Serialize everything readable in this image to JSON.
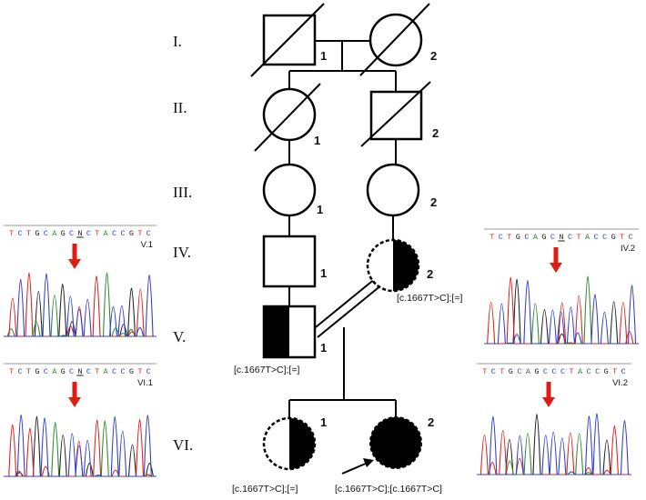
{
  "generations": [
    "I.",
    "II.",
    "III.",
    "IV.",
    "V.",
    "VI."
  ],
  "individuals": [
    {
      "id": "I-1",
      "number": "1",
      "sex": "male",
      "deceased": true,
      "affected": "none"
    },
    {
      "id": "I-2",
      "number": "2",
      "sex": "female",
      "deceased": true,
      "affected": "none"
    },
    {
      "id": "II-1",
      "number": "1",
      "sex": "female",
      "deceased": true,
      "affected": "none"
    },
    {
      "id": "II-2",
      "number": "2",
      "sex": "male",
      "deceased": true,
      "affected": "none"
    },
    {
      "id": "III-1",
      "number": "1",
      "sex": "female",
      "deceased": false,
      "affected": "none"
    },
    {
      "id": "III-2",
      "number": "2",
      "sex": "female",
      "deceased": false,
      "affected": "none"
    },
    {
      "id": "IV-1",
      "number": "1",
      "sex": "male",
      "deceased": false,
      "affected": "none"
    },
    {
      "id": "IV-2",
      "number": "2",
      "sex": "female",
      "deceased": false,
      "affected": "carrier"
    },
    {
      "id": "V-1",
      "number": "1",
      "sex": "male",
      "deceased": false,
      "affected": "carrier"
    },
    {
      "id": "VI-1",
      "number": "1",
      "sex": "female",
      "deceased": false,
      "affected": "carrier"
    },
    {
      "id": "VI-2",
      "number": "2",
      "sex": "female",
      "deceased": false,
      "affected": "affected",
      "proband": true
    }
  ],
  "genotypes": {
    "IV-2": "[c.1667T>C];[=]",
    "V-1": "[c.1667T>C];[=]",
    "VI-1": "[c.1667T>C];[=]",
    "VI-2": "[c.1667T>C];[c.1667T>C]"
  },
  "chromatograms": [
    {
      "label": "V.1",
      "sequence": "TCTGCAGCNCTACCGTC",
      "variant_index": 8
    },
    {
      "label": "IV.2",
      "sequence": "TCTGCAGCNCTACCGTC",
      "variant_index": 8
    },
    {
      "label": "VI.1",
      "sequence": "TCTGCAGCNCTACCGTC",
      "variant_index": 8
    },
    {
      "label": "VI.2",
      "sequence": "TCTGCAGCCCTACCGTC",
      "variant_index": 8
    }
  ],
  "colors": {
    "A": "#2e8b2e",
    "C": "#2f3fd0",
    "G": "#222222",
    "T": "#e0201c",
    "arrow": "#e01b12"
  }
}
